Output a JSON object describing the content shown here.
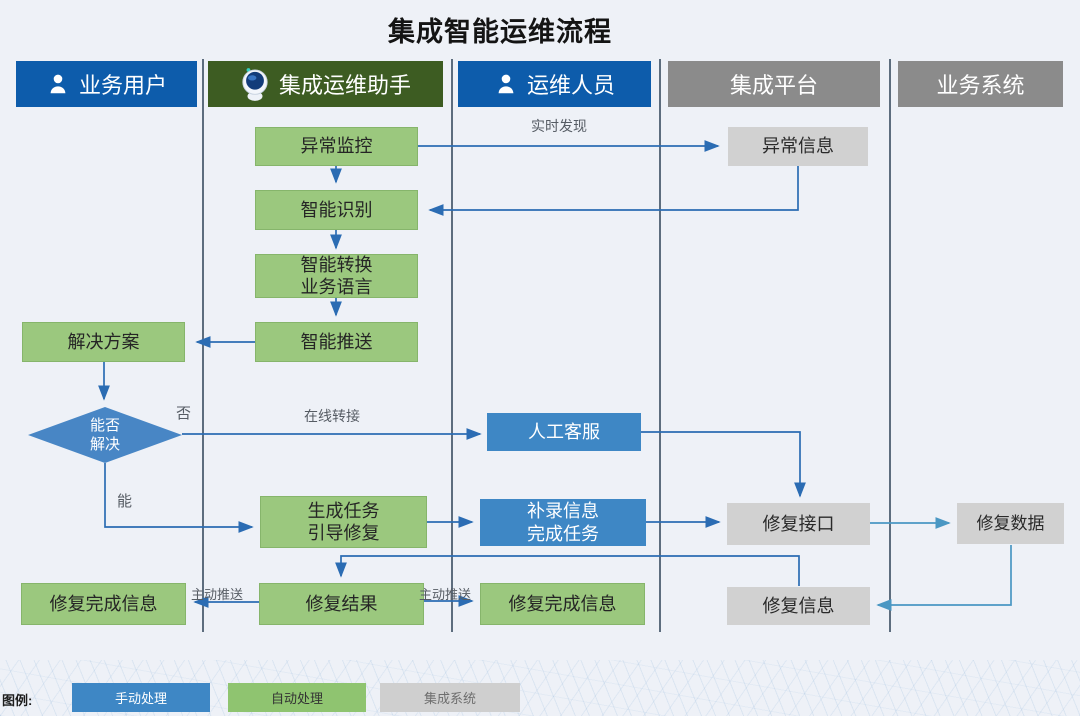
{
  "title": "集成智能运维流程",
  "lanes": [
    {
      "label": "业务用户",
      "icon": "user"
    },
    {
      "label": "集成运维助手",
      "icon": "robot"
    },
    {
      "label": "运维人员",
      "icon": "user"
    },
    {
      "label": "集成平台",
      "icon": "none"
    },
    {
      "label": "业务系统",
      "icon": "none"
    }
  ],
  "nodes": [
    {
      "label": "异常监控",
      "type": "auto"
    },
    {
      "label": "异常信息",
      "type": "system"
    },
    {
      "label": "智能识别",
      "type": "auto"
    },
    {
      "label": "智能转换\n业务语言",
      "type": "auto"
    },
    {
      "label": "解决方案",
      "type": "auto"
    },
    {
      "label": "智能推送",
      "type": "auto"
    },
    {
      "label": "能否\n解决",
      "type": "decision"
    },
    {
      "label": "人工客服",
      "type": "manual"
    },
    {
      "label": "生成任务\n引导修复",
      "type": "auto"
    },
    {
      "label": "补录信息\n完成任务",
      "type": "manual"
    },
    {
      "label": "修复接口",
      "type": "system"
    },
    {
      "label": "修复数据",
      "type": "system"
    },
    {
      "label": "修复完成信息",
      "type": "auto"
    },
    {
      "label": "修复结果",
      "type": "auto"
    },
    {
      "label": "修复完成信息",
      "type": "auto"
    },
    {
      "label": "修复信息",
      "type": "system"
    }
  ],
  "edge_labels": [
    {
      "text": "实时发现"
    },
    {
      "text": "否"
    },
    {
      "text": "在线转接"
    },
    {
      "text": "能"
    },
    {
      "text": "主动推送"
    },
    {
      "text": "主动推送"
    }
  ],
  "legend": {
    "caption": "图例:",
    "items": [
      {
        "label": "手动处理",
        "type": "manual"
      },
      {
        "label": "自动处理",
        "type": "auto"
      },
      {
        "label": "集成系统",
        "type": "system"
      }
    ]
  },
  "colors": {
    "background": "#eef1f7",
    "header_blue": "#0d5cab",
    "header_green": "#3d5c22",
    "header_gray": "#8b8b8b",
    "box_auto_green": "#9bc87e",
    "box_manual_blue": "#3e87c5",
    "box_system_gray": "#d1d1d1",
    "decision_blue": "#4886c5",
    "arrow_blue": "#2b6cb3",
    "arrow_teal": "#4a97c3",
    "lane_line": "#5d6d7e"
  }
}
